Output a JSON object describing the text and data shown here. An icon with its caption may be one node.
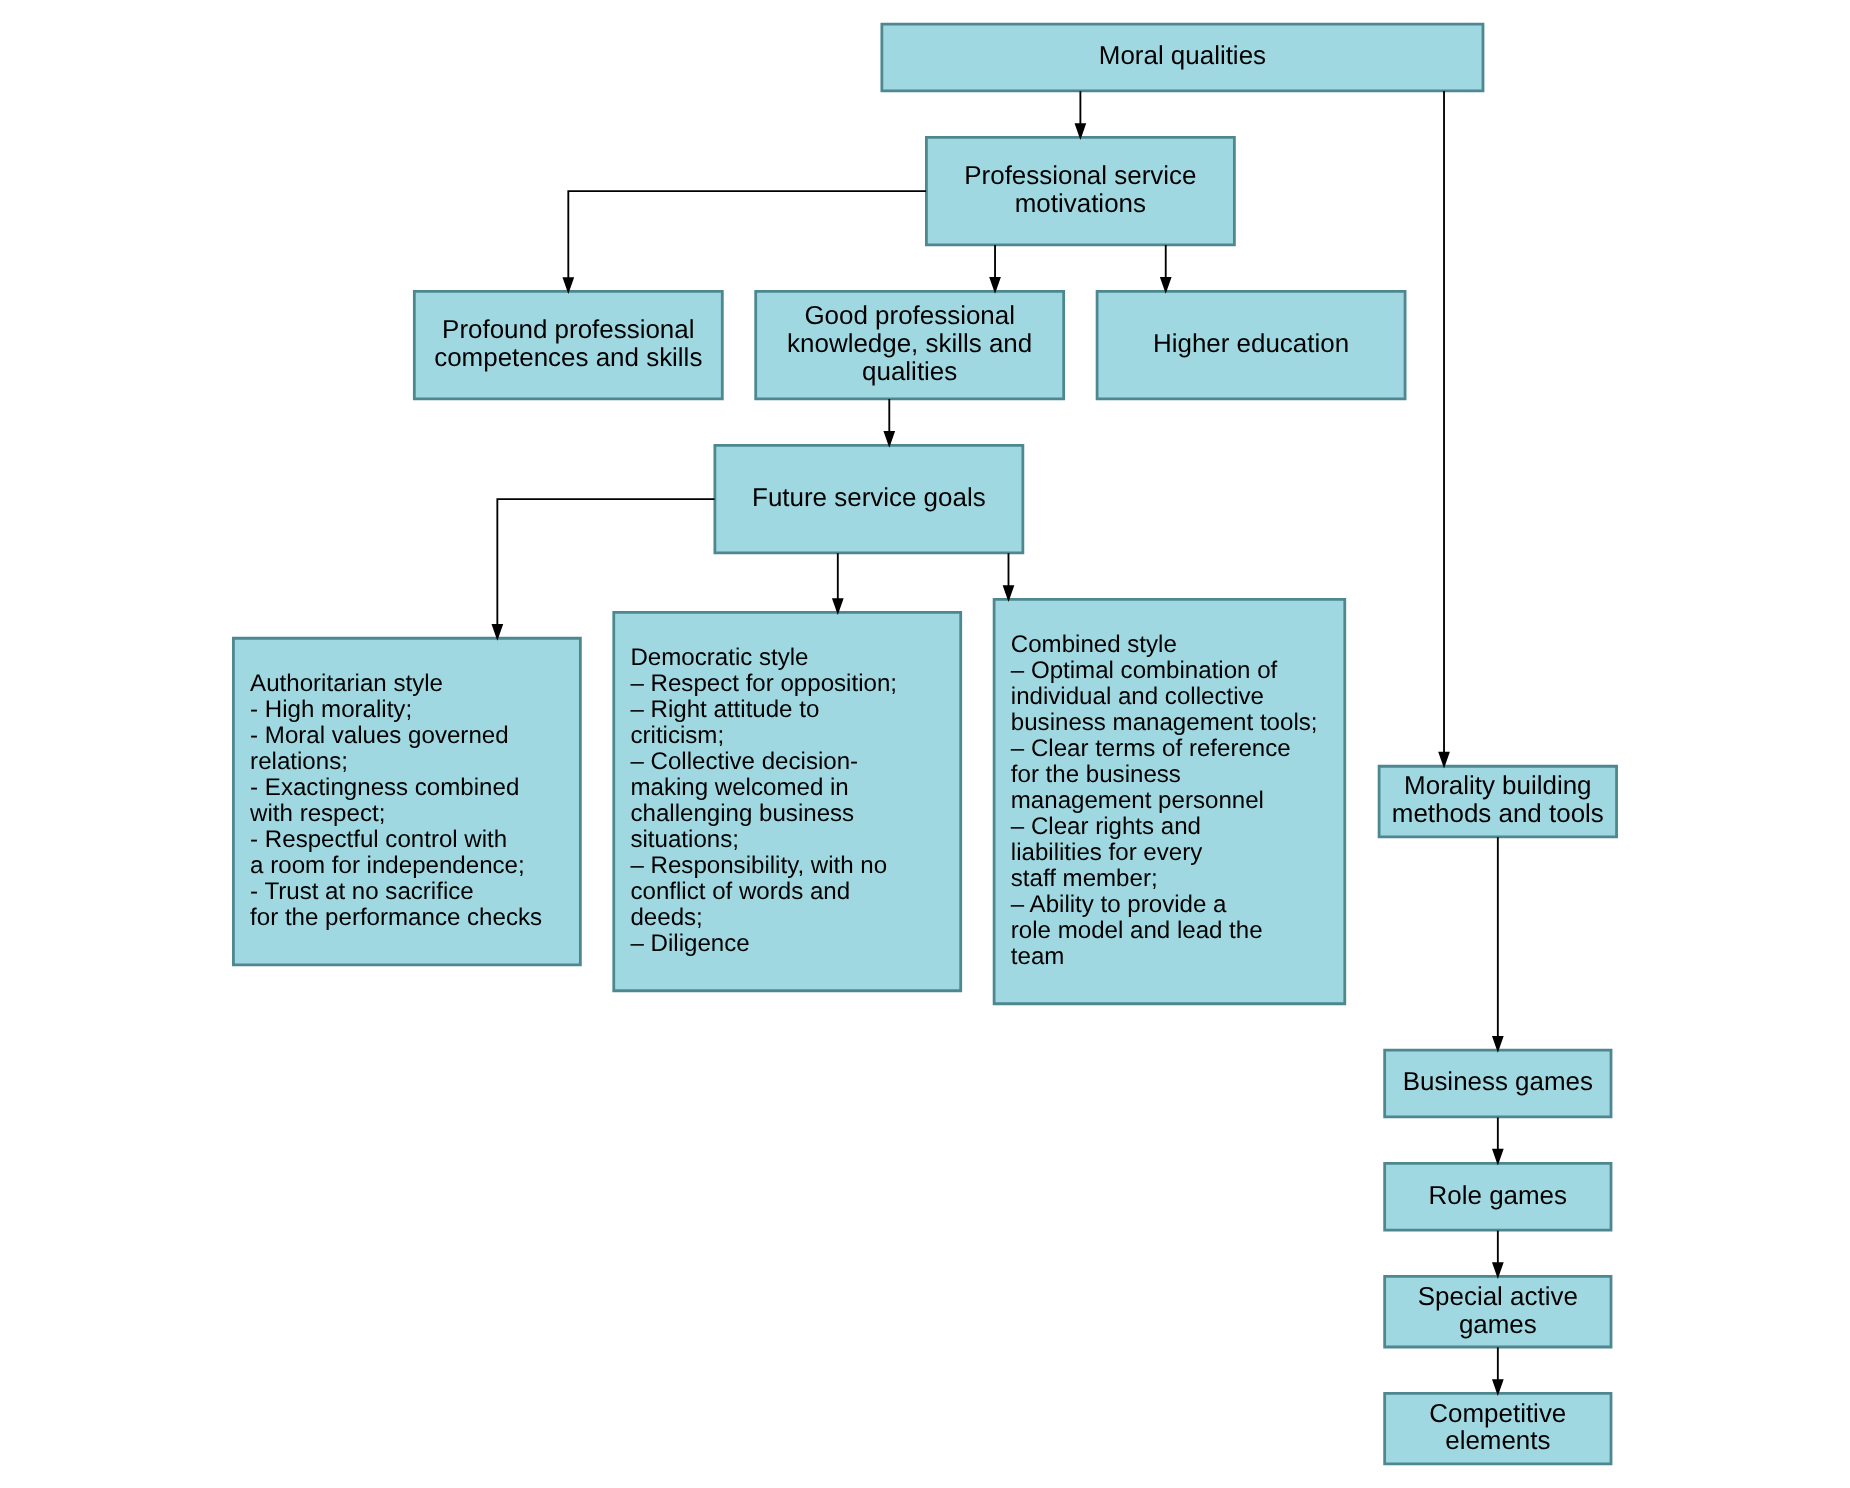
{
  "diagram": {
    "nodes": [
      {
        "text": [
          "Moral qualities"
        ]
      },
      {
        "text": [
          "Professional service motivations"
        ]
      },
      {
        "text": [
          "Profound professional competences and skills"
        ]
      },
      {
        "text": [
          "Good professional knowledge, skills and qualities"
        ]
      },
      {
        "text": [
          "Higher education"
        ]
      },
      {
        "text": [
          "Future service goals"
        ]
      },
      {
        "text": [
          "Authoritarian style",
          "- High morality;",
          "- Moral values governed relations;",
          "- Exactingness combined with respect;",
          "- Respectful control with a room for independence;",
          "- Trust at no sacrifice for the performance checks"
        ]
      },
      {
        "text": [
          "Democratic style",
          "– Respect for opposition;",
          "– Right attitude to criticism;",
          "– Collective decision-making welcomed in challenging business situations;",
          "– Responsibility, with no conflict of words and deeds;",
          "– Diligence"
        ]
      },
      {
        "text": [
          "Combined style",
          "– Optimal combination of individual and collective business management tools;",
          "– Clear terms of reference for the business management personnel",
          "– Clear rights and liabilities for every staff member;",
          "– Ability to provide a role model and lead the team"
        ]
      },
      {
        "text": [
          "Morality building methods and tools"
        ]
      },
      {
        "text": [
          "Business games"
        ]
      },
      {
        "text": [
          "Role games"
        ]
      },
      {
        "text": [
          "Special active games"
        ]
      },
      {
        "text": [
          "Competitive elements"
        ]
      }
    ],
    "edges": [
      {
        "from": 0,
        "to": 1,
        "arrow": "to"
      },
      {
        "from": 0,
        "to": 9,
        "arrow": "to"
      },
      {
        "from": 1,
        "to": 2,
        "arrow": "to"
      },
      {
        "from": 1,
        "to": 3,
        "arrow": "to"
      },
      {
        "from": 1,
        "to": 4,
        "arrow": "to"
      },
      {
        "from": 3,
        "to": 5,
        "arrow": "to"
      },
      {
        "from": 5,
        "to": 6,
        "arrow": "to"
      },
      {
        "from": 5,
        "to": 7,
        "arrow": "to"
      },
      {
        "from": 5,
        "to": 8,
        "arrow": "to"
      },
      {
        "from": 9,
        "to": 10,
        "arrow": "to"
      },
      {
        "from": 10,
        "to": 11,
        "arrow": "to"
      },
      {
        "from": 11,
        "to": 12,
        "arrow": "to"
      },
      {
        "from": 12,
        "to": 13,
        "arrow": "to"
      }
    ]
  }
}
